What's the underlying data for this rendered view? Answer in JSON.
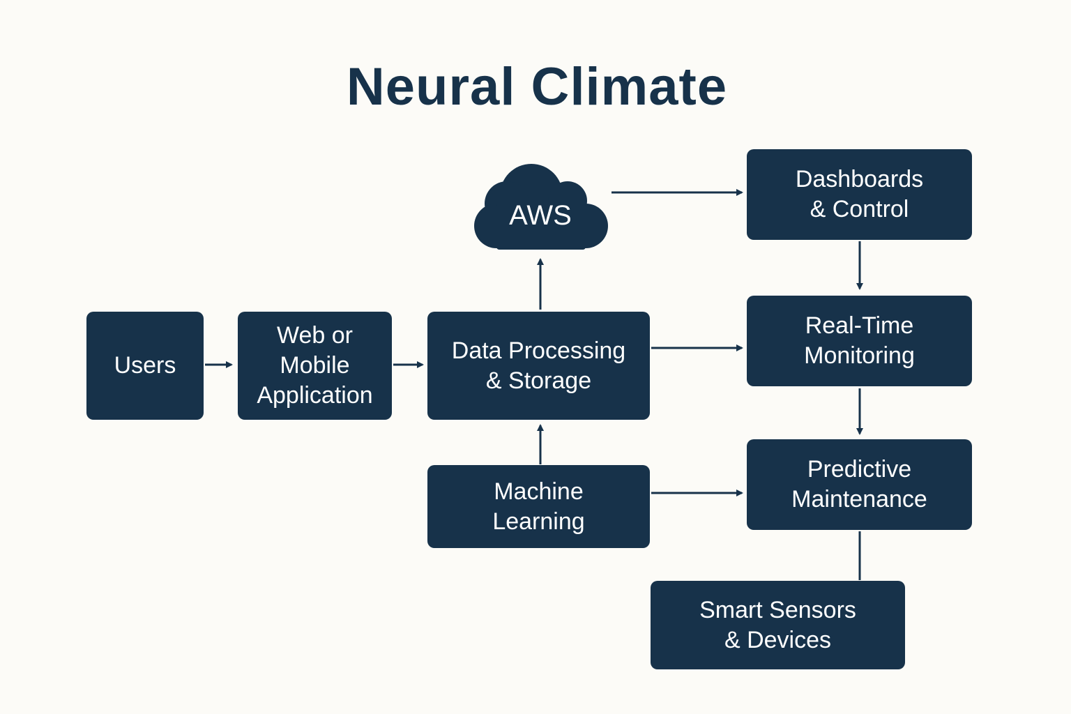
{
  "diagram": {
    "title": "Neural Climate",
    "colors": {
      "background": "#fcfbf7",
      "node_fill": "#17324a",
      "node_text": "#ffffff",
      "connector": "#17324a"
    },
    "nodes": {
      "users": "Users",
      "app": "Web or\nMobile\nApplication",
      "data": "Data Processing\n& Storage",
      "aws": "AWS",
      "ml": "Machine\nLearning",
      "dashboards": "Dashboards\n& Control",
      "monitoring": "Real-Time\nMonitoring",
      "maintenance": "Predictive\nMaintenance",
      "sensors": "Smart Sensors\n& Devices"
    },
    "edges": [
      {
        "from": "Users",
        "to": "Web or Mobile Application"
      },
      {
        "from": "Web or Mobile Application",
        "to": "Data Processing & Storage"
      },
      {
        "from": "Data Processing & Storage",
        "to": "AWS"
      },
      {
        "from": "AWS",
        "to": "Dashboards & Control"
      },
      {
        "from": "Data Processing & Storage",
        "to": "Real-Time Monitoring"
      },
      {
        "from": "Machine Learning",
        "to": "Data Processing & Storage"
      },
      {
        "from": "Machine Learning",
        "to": "Predictive Maintenance"
      },
      {
        "from": "Dashboards & Control",
        "to": "Real-Time Monitoring"
      },
      {
        "from": "Real-Time Monitoring",
        "to": "Predictive Maintenance"
      },
      {
        "from": "Predictive Maintenance",
        "to": "Smart Sensors & Devices",
        "arrow": false
      }
    ]
  }
}
